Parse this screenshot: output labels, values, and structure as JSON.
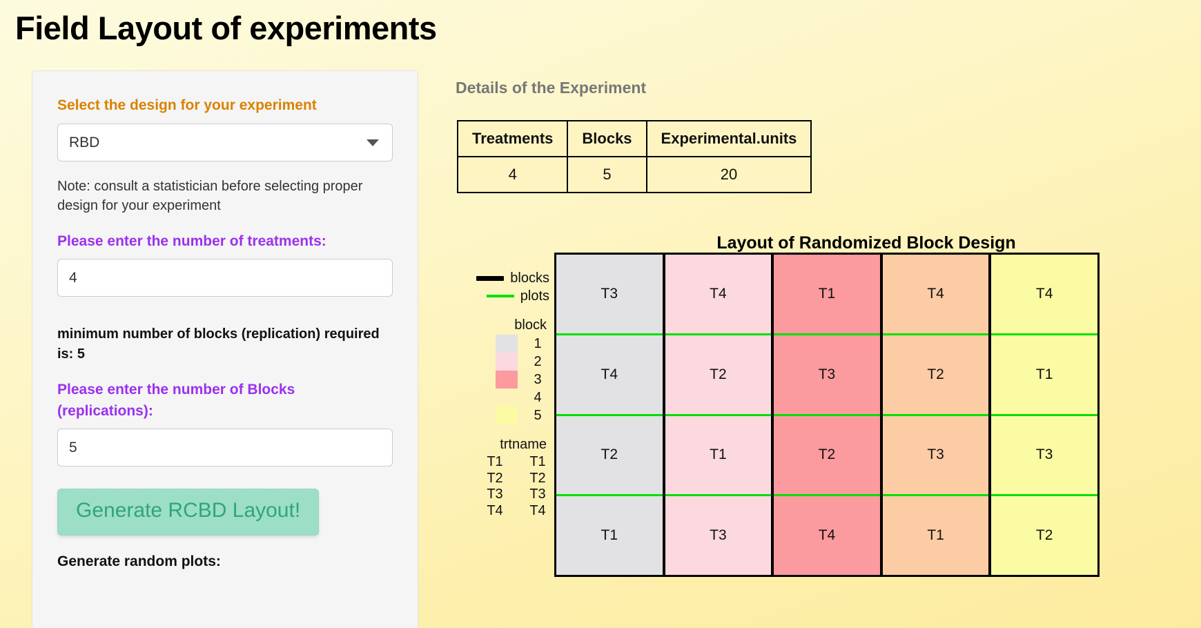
{
  "page": {
    "title": "Field Layout of experiments"
  },
  "sidebar": {
    "design_label": "Select the design for your experiment",
    "design_value": "RBD",
    "design_options": [
      "RBD"
    ],
    "note": "Note: consult a statistician before selecting proper design for your experiment",
    "treatments_label": "Please enter the number of treatments:",
    "treatments_value": "4",
    "min_blocks_note": "minimum number of blocks (replication) required is: 5",
    "blocks_label": "Please enter the number of Blocks (replications):",
    "blocks_value": "5",
    "generate_button": "Generate RCBD Layout!",
    "random_plots_label": "Generate random plots:"
  },
  "details": {
    "heading": "Details of the Experiment",
    "columns": [
      "Treatments",
      "Blocks",
      "Experimental.units"
    ],
    "rows": [
      [
        "4",
        "5",
        "20"
      ]
    ]
  },
  "chart_data": {
    "type": "table",
    "title": "Layout of Randomized Block Design",
    "legend": {
      "lines": [
        {
          "label": "blocks",
          "color": "#000000",
          "style": "thick"
        },
        {
          "label": "plots",
          "color": "#00e000",
          "style": "thin"
        }
      ],
      "block_legend_title": "block",
      "block_entries": [
        {
          "label": "1",
          "color": "#e2e2e4"
        },
        {
          "label": "2",
          "color": "#fcd8df"
        },
        {
          "label": "3",
          "color": "#fb9a9f"
        },
        {
          "label": "4",
          "color": "#fcccа4"
        },
        {
          "label": "5",
          "color": "#fbfba4"
        }
      ],
      "trt_legend_title": "trtname",
      "trt_entries": [
        {
          "key": "T1",
          "label": "T1"
        },
        {
          "key": "T2",
          "label": "T2"
        },
        {
          "key": "T3",
          "label": "T3"
        },
        {
          "key": "T4",
          "label": "T4"
        }
      ]
    },
    "blocks": [
      {
        "block": "1",
        "color": "#e2e2e4",
        "plots": [
          "T3",
          "T4",
          "T2",
          "T1"
        ]
      },
      {
        "block": "2",
        "color": "#fcd8df",
        "plots": [
          "T4",
          "T2",
          "T1",
          "T3"
        ]
      },
      {
        "block": "3",
        "color": "#fb9a9f",
        "plots": [
          "T1",
          "T3",
          "T2",
          "T4"
        ]
      },
      {
        "block": "4",
        "color": "#fccca4",
        "plots": [
          "T4",
          "T2",
          "T3",
          "T1"
        ]
      },
      {
        "block": "5",
        "color": "#fbfba4",
        "plots": [
          "T4",
          "T1",
          "T3",
          "T2"
        ]
      }
    ]
  }
}
